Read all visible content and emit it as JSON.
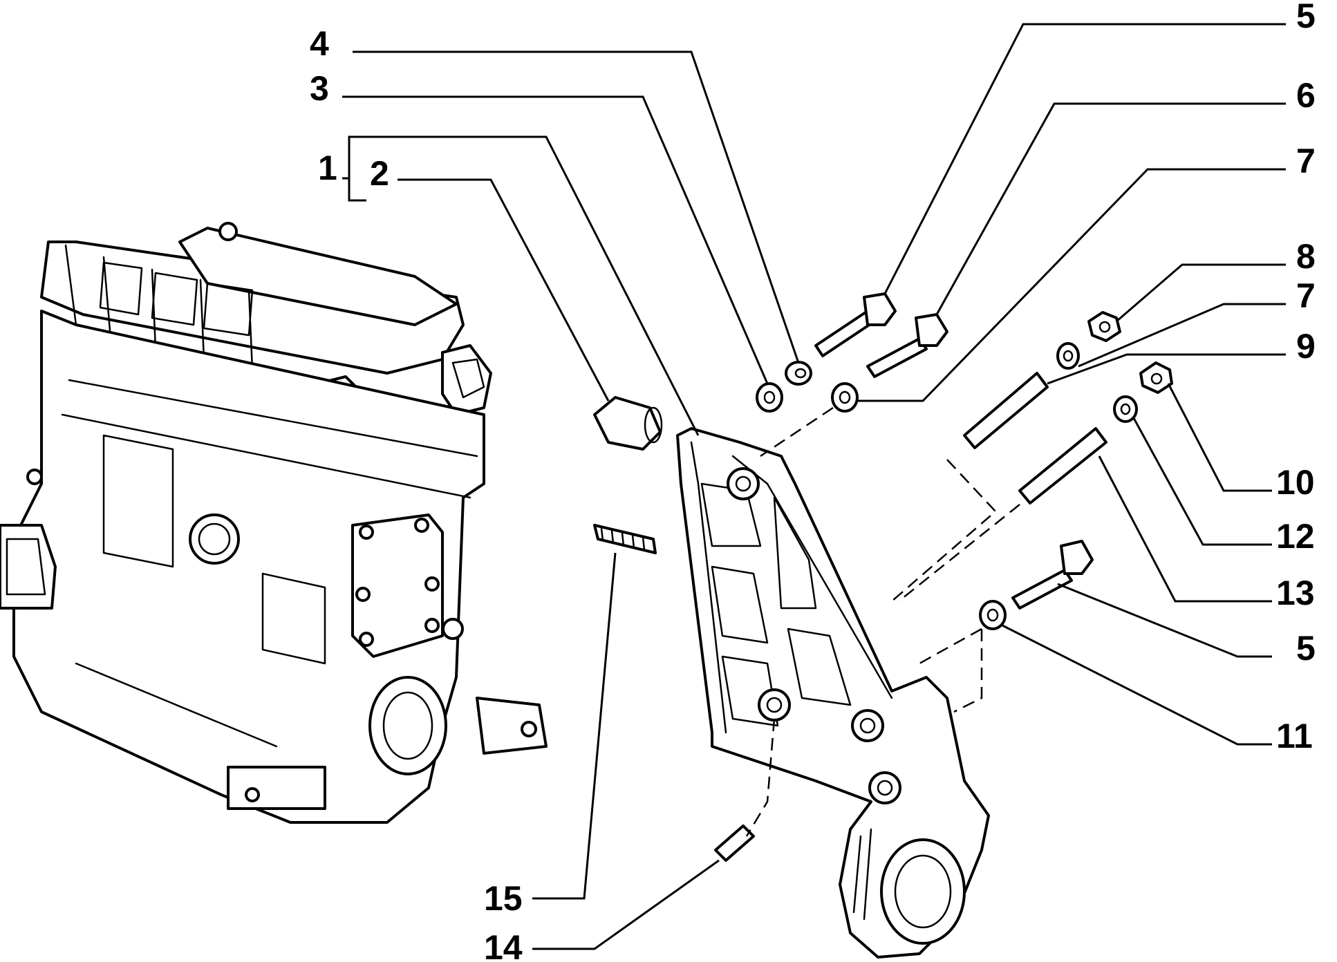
{
  "callouts": {
    "c1": "1",
    "c2": "2",
    "c3": "3",
    "c4": "4",
    "c5_top": "5",
    "c6": "6",
    "c7_top": "7",
    "c8": "8",
    "c7_mid": "7",
    "c9": "9",
    "c10": "10",
    "c12": "12",
    "c13": "13",
    "c5_bottom": "5",
    "c11": "11",
    "c15": "15",
    "c14": "14"
  },
  "colors": {
    "ink": "#000000",
    "paper": "#ffffff"
  }
}
